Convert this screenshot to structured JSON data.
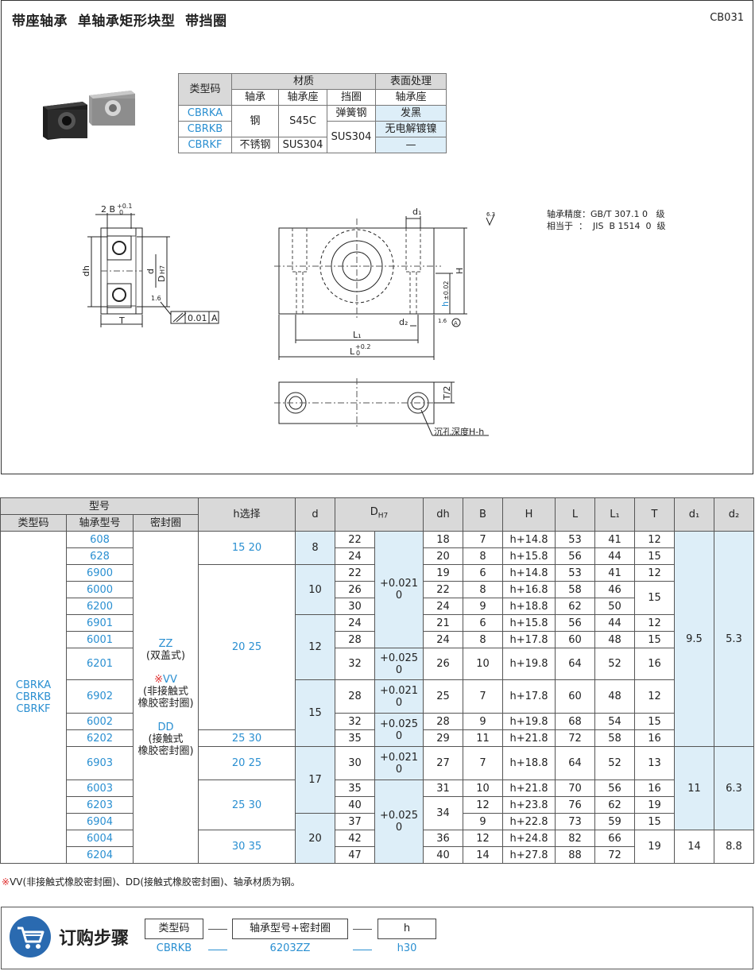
{
  "header": {
    "title": "带座轴承  单轴承矩形块型  带挡圈",
    "code": "CB031"
  },
  "materials": {
    "h_type": "类型码",
    "h_material": "材质",
    "h_surface": "表面处理",
    "h_bearing": "轴承",
    "h_housing": "轴承座",
    "h_ring": "挡圈",
    "h_surface_housing": "轴承座",
    "types": [
      "CBRKA",
      "CBRKB",
      "CBRKF"
    ],
    "steel": "钢",
    "s45c": "S45C",
    "spring_steel": "弹簧钢",
    "black": "发黑",
    "nickel": "无电解镀镍",
    "sus304_ring": "SUS304",
    "stainless": "不锈钢",
    "sus304_housing": "SUS304",
    "none": "—"
  },
  "drawing": {
    "accuracy_line1": "轴承精度：GB/T 307.1 0   级",
    "accuracy_line2": "相当于  ：  JIS  B 1514  0  级",
    "lbl_2b": "2 B",
    "lbl_b_tol_up": "+0.1",
    "lbl_b_tol_lo": "0",
    "lbl_dh": "dh",
    "lbl_d": "d",
    "lbl_D": "D",
    "lbl_H7": "H7",
    "lbl_T": "T",
    "lbl_16a": "1.6",
    "lbl_001": "0.01",
    "lbl_A": "A",
    "lbl_d1": "d₁",
    "lbl_63": "6.3",
    "lbl_H": "H",
    "lbl_h": "h",
    "lbl_htol": "±0.02",
    "lbl_d2": "d₂",
    "lbl_16b": "1.6",
    "lbl_A2": "A",
    "lbl_L1": "L₁",
    "lbl_L": "L",
    "lbl_L_tol_up": "+0.2",
    "lbl_L_tol_lo": "0",
    "lbl_T2": "T/2",
    "lbl_cb": "沉孔深度H-h"
  },
  "spec_table": {
    "headers": {
      "model": "型号",
      "type": "类型码",
      "bearing": "轴承型号",
      "seal": "密封圈",
      "hsel": "h选择",
      "d": "d",
      "D": "D",
      "D_sub": "H7",
      "dh": "dh",
      "B": "B",
      "H": "H",
      "L": "L",
      "L1": "L₁",
      "T": "T",
      "d1": "d₁",
      "d2": "d₂"
    },
    "types": [
      "CBRKA",
      "CBRKB",
      "CBRKF"
    ],
    "seal": {
      "zz": "ZZ",
      "zz_desc": "(双盖式)",
      "mark": "※",
      "vv": "VV",
      "vv_desc1": "(非接触式",
      "vv_desc2": "橡胶密封圈)",
      "dd": "DD",
      "dd_desc1": "(接触式",
      "dd_desc2": "橡胶密封圈)"
    },
    "hsel": [
      "15  20",
      "20  25",
      "25  30",
      "20  25",
      "25  30",
      "30  35"
    ],
    "d": [
      "8",
      "10",
      "12",
      "15",
      "17",
      "20"
    ],
    "tol": [
      {
        "up": "+0.021",
        "lo": "0"
      },
      {
        "up": "+0.025",
        "lo": "0"
      },
      {
        "up": "+0.021",
        "lo": "0"
      },
      {
        "up": "+0.025",
        "lo": "0"
      },
      {
        "up": "+0.021",
        "lo": "0"
      },
      {
        "up": "+0.025",
        "lo": "0"
      }
    ],
    "d1": [
      "9.5",
      "11",
      "14"
    ],
    "d2": [
      "5.3",
      "6.3",
      "8.8"
    ],
    "rows": [
      {
        "bearing": "608",
        "D": "22",
        "dh": "18",
        "B": "7",
        "H": "h+14.8",
        "L": "53",
        "L1": "41",
        "T": "12"
      },
      {
        "bearing": "628",
        "D": "24",
        "dh": "20",
        "B": "8",
        "H": "h+15.8",
        "L": "56",
        "L1": "44",
        "T": "15"
      },
      {
        "bearing": "6900",
        "D": "22",
        "dh": "19",
        "B": "6",
        "H": "h+14.8",
        "L": "53",
        "L1": "41",
        "T": "12"
      },
      {
        "bearing": "6000",
        "D": "26",
        "dh": "22",
        "B": "8",
        "H": "h+16.8",
        "L": "58",
        "L1": "46",
        "T": "15"
      },
      {
        "bearing": "6200",
        "D": "30",
        "dh": "24",
        "B": "9",
        "H": "h+18.8",
        "L": "62",
        "L1": "50",
        "T": ""
      },
      {
        "bearing": "6901",
        "D": "24",
        "dh": "21",
        "B": "6",
        "H": "h+15.8",
        "L": "56",
        "L1": "44",
        "T": "12"
      },
      {
        "bearing": "6001",
        "D": "28",
        "dh": "24",
        "B": "8",
        "H": "h+17.8",
        "L": "60",
        "L1": "48",
        "T": "15"
      },
      {
        "bearing": "6201",
        "D": "32",
        "dh": "26",
        "B": "10",
        "H": "h+19.8",
        "L": "64",
        "L1": "52",
        "T": "16"
      },
      {
        "bearing": "6902",
        "D": "28",
        "dh": "25",
        "B": "7",
        "H": "h+17.8",
        "L": "60",
        "L1": "48",
        "T": "12"
      },
      {
        "bearing": "6002",
        "D": "32",
        "dh": "28",
        "B": "9",
        "H": "h+19.8",
        "L": "68",
        "L1": "54",
        "T": "15"
      },
      {
        "bearing": "6202",
        "D": "35",
        "dh": "29",
        "B": "11",
        "H": "h+21.8",
        "L": "72",
        "L1": "58",
        "T": "16"
      },
      {
        "bearing": "6903",
        "D": "30",
        "dh": "27",
        "B": "7",
        "H": "h+18.8",
        "L": "64",
        "L1": "52",
        "T": "13"
      },
      {
        "bearing": "6003",
        "D": "35",
        "dh": "31",
        "B": "10",
        "H": "h+21.8",
        "L": "70",
        "L1": "56",
        "T": "16"
      },
      {
        "bearing": "6203",
        "D": "40",
        "dh": "34",
        "B": "12",
        "H": "h+23.8",
        "L": "76",
        "L1": "62",
        "T": "19"
      },
      {
        "bearing": "6904",
        "D": "37",
        "dh": "",
        "B": "9",
        "H": "h+22.8",
        "L": "73",
        "L1": "59",
        "T": "15"
      },
      {
        "bearing": "6004",
        "D": "42",
        "dh": "36",
        "B": "12",
        "H": "h+24.8",
        "L": "82",
        "L1": "66",
        "T": "19"
      },
      {
        "bearing": "6204",
        "D": "47",
        "dh": "40",
        "B": "14",
        "H": "h+27.8",
        "L": "88",
        "L1": "72",
        "T": ""
      }
    ]
  },
  "note": "※VV(非接触式橡胶密封圈)、DD(接触式橡胶密封圈)、轴承材质为钢。",
  "order": {
    "title": "订购步骤",
    "box_type": "类型码",
    "box_bearing": "轴承型号+密封圈",
    "box_h": "h",
    "ex_type": "CBRKB",
    "ex_bearing": "6203ZZ",
    "ex_h": "h30"
  }
}
